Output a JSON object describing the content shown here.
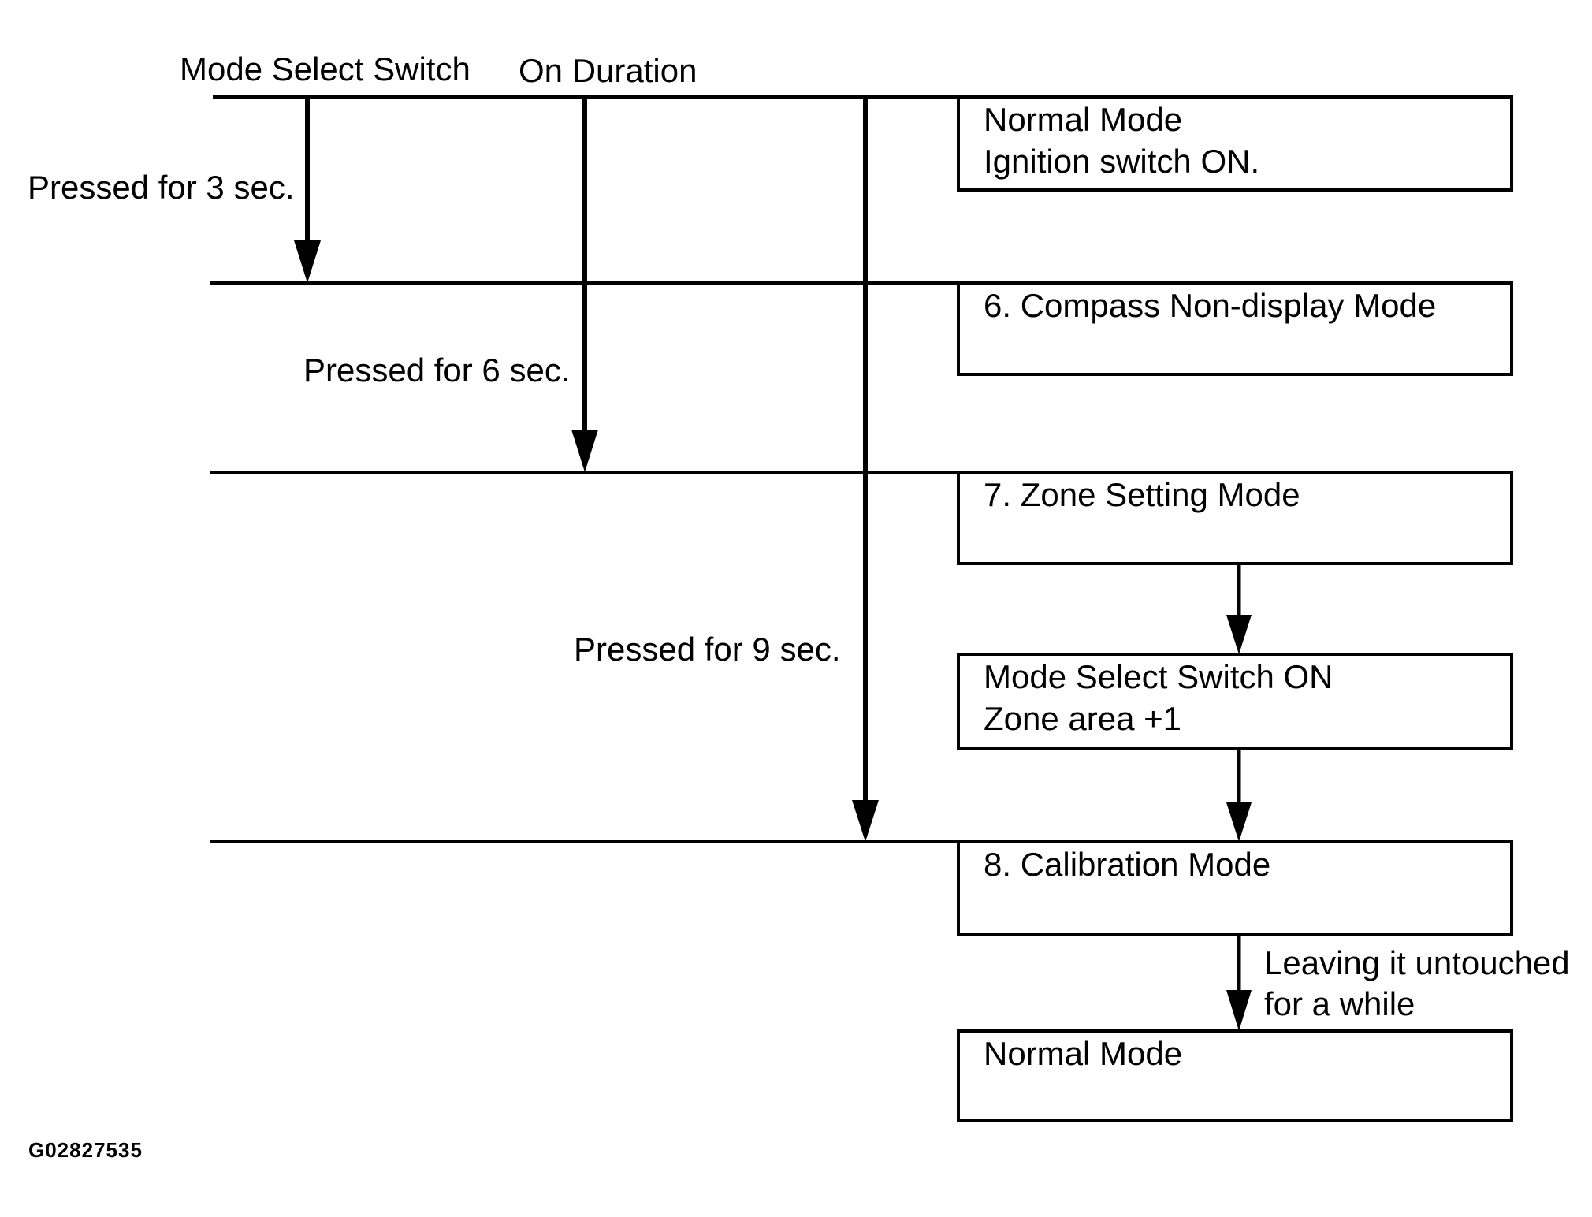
{
  "figure": {
    "id_label": "G02827535",
    "background_color": "#ffffff",
    "line_color": "#000000",
    "text_color": "#000000"
  },
  "headers": {
    "mode_select_switch": "Mode Select Switch",
    "on_duration": "On Duration"
  },
  "press_labels": {
    "three_sec": "Pressed for 3 sec.",
    "six_sec": "Pressed for 6 sec.",
    "nine_sec": "Pressed for 9 sec."
  },
  "boxes": [
    {
      "name": "normal-mode-start",
      "line1": "Normal Mode",
      "line2": "Ignition switch ON."
    },
    {
      "name": "compass-non-display-mode",
      "line1": "6. Compass Non-display Mode",
      "line2": ""
    },
    {
      "name": "zone-setting-mode",
      "line1": "7. Zone Setting Mode",
      "line2": ""
    },
    {
      "name": "mode-select-switch-on",
      "line1": "Mode Select Switch ON",
      "line2": "Zone area +1"
    },
    {
      "name": "calibration-mode",
      "line1": "8. Calibration Mode",
      "line2": ""
    },
    {
      "name": "normal-mode-end",
      "line1": "Normal Mode",
      "line2": ""
    }
  ],
  "transition_note": {
    "line1": "Leaving it untouched",
    "line2": "for a while"
  }
}
